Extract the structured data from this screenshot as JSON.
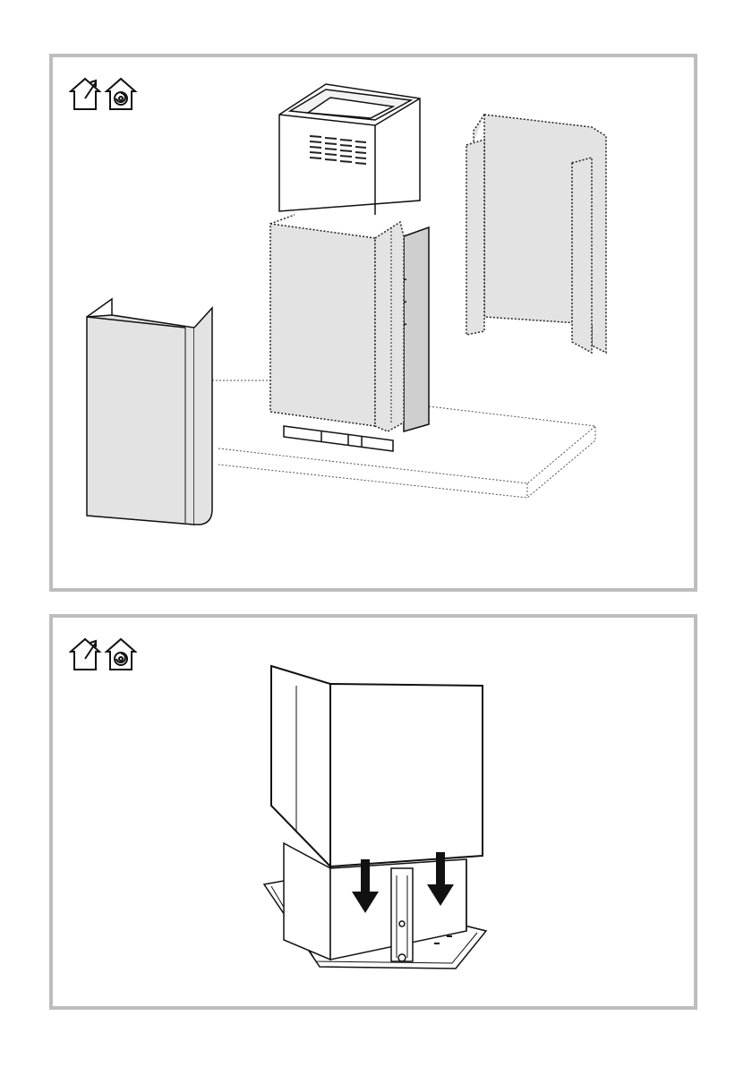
{
  "page": {
    "background": "#ffffff",
    "frame_color": "#bdbdbd",
    "panel_fill": "#e3e3e3"
  },
  "panels": [
    {
      "id": "step-1",
      "icons": [
        "exhaust-air-mode-icon",
        "recirculation-mode-icon"
      ],
      "illustration": "chimney-cover-assembly-exploded-view"
    },
    {
      "id": "step-2",
      "icons": [
        "exhaust-air-mode-icon",
        "recirculation-mode-icon"
      ],
      "illustration": "lower-chimney-push-down-onto-hood"
    }
  ]
}
